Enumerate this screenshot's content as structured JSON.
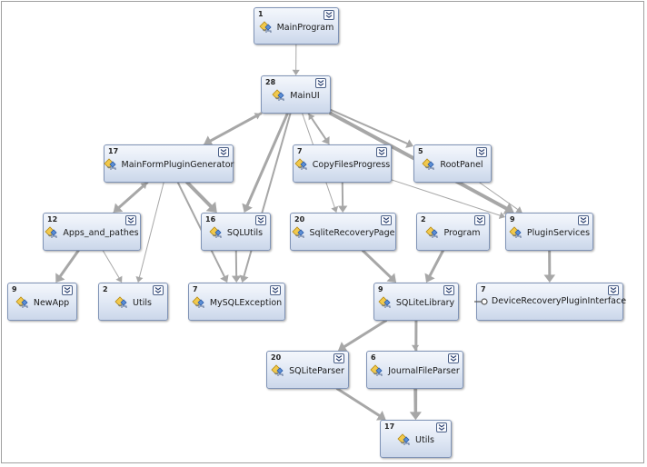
{
  "nodes": [
    {
      "id": "MainProgram",
      "count": "1",
      "label": "MainProgram",
      "icon": "class-icon"
    },
    {
      "id": "MainUI",
      "count": "28",
      "label": "MainUI",
      "icon": "class-icon"
    },
    {
      "id": "MainFormPluginGenerator",
      "count": "17",
      "label": "MainFormPluginGenerator",
      "icon": "class-icon"
    },
    {
      "id": "CopyFilesProgress",
      "count": "7",
      "label": "CopyFilesProgress",
      "icon": "class-icon"
    },
    {
      "id": "RootPanel",
      "count": "5",
      "label": "RootPanel",
      "icon": "class-icon"
    },
    {
      "id": "Apps_and_pathes",
      "count": "12",
      "label": "Apps_and_pathes",
      "icon": "class-icon"
    },
    {
      "id": "SQLUtils",
      "count": "16",
      "label": "SQLUtils",
      "icon": "class-icon"
    },
    {
      "id": "SqliteRecoveryPage",
      "count": "20",
      "label": "SqliteRecoveryPage",
      "icon": "class-icon"
    },
    {
      "id": "Program",
      "count": "2",
      "label": "Program",
      "icon": "class-icon"
    },
    {
      "id": "PluginServices",
      "count": "9",
      "label": "PluginServices",
      "icon": "class-icon"
    },
    {
      "id": "NewApp",
      "count": "9",
      "label": "NewApp",
      "icon": "class-icon"
    },
    {
      "id": "Utils2",
      "count": "2",
      "label": "Utils",
      "icon": "class-icon"
    },
    {
      "id": "MySQLException",
      "count": "7",
      "label": "MySQLException",
      "icon": "class-icon"
    },
    {
      "id": "SQLiteLibrary",
      "count": "9",
      "label": "SQLiteLibrary",
      "icon": "class-icon"
    },
    {
      "id": "DeviceRecoveryPluginInterface",
      "count": "7",
      "label": "DeviceRecoveryPluginInterface",
      "icon": "interface-icon"
    },
    {
      "id": "SQLiteParser",
      "count": "20",
      "label": "SQLiteParser",
      "icon": "class-icon"
    },
    {
      "id": "JournalFileParser",
      "count": "6",
      "label": "JournalFileParser",
      "icon": "class-icon"
    },
    {
      "id": "Utils17",
      "count": "17",
      "label": "Utils",
      "icon": "class-icon"
    }
  ],
  "edges": [
    {
      "from": "MainProgram",
      "to": "MainUI",
      "weight": 1
    },
    {
      "from": "MainUI",
      "to": "MainFormPluginGenerator",
      "weight": 3
    },
    {
      "from": "MainFormPluginGenerator",
      "to": "MainUI",
      "weight": 1
    },
    {
      "from": "MainUI",
      "to": "CopyFilesProgress",
      "weight": 2
    },
    {
      "from": "CopyFilesProgress",
      "to": "MainUI",
      "weight": 1
    },
    {
      "from": "MainUI",
      "to": "RootPanel",
      "weight": 2
    },
    {
      "from": "MainUI",
      "to": "PluginServices",
      "weight": 4
    },
    {
      "from": "MainUI",
      "to": "SQLUtils",
      "weight": 3
    },
    {
      "from": "MainUI",
      "to": "MySQLException",
      "weight": 2
    },
    {
      "from": "MainUI",
      "to": "SqliteRecoveryPage",
      "weight": 1
    },
    {
      "from": "MainFormPluginGenerator",
      "to": "Apps_and_pathes",
      "weight": 3
    },
    {
      "from": "Apps_and_pathes",
      "to": "MainFormPluginGenerator",
      "weight": 1
    },
    {
      "from": "MainFormPluginGenerator",
      "to": "SQLUtils",
      "weight": 4
    },
    {
      "from": "MainFormPluginGenerator",
      "to": "Utils2",
      "weight": 1
    },
    {
      "from": "MainFormPluginGenerator",
      "to": "MySQLException",
      "weight": 2
    },
    {
      "from": "Apps_and_pathes",
      "to": "NewApp",
      "weight": 3
    },
    {
      "from": "Apps_and_pathes",
      "to": "Utils2",
      "weight": 1
    },
    {
      "from": "SQLUtils",
      "to": "MySQLException",
      "weight": 2
    },
    {
      "from": "CopyFilesProgress",
      "to": "SqliteRecoveryPage",
      "weight": 2
    },
    {
      "from": "CopyFilesProgress",
      "to": "PluginServices",
      "weight": 1
    },
    {
      "from": "RootPanel",
      "to": "PluginServices",
      "weight": 1
    },
    {
      "from": "SqliteRecoveryPage",
      "to": "SQLiteLibrary",
      "weight": 3
    },
    {
      "from": "Program",
      "to": "SQLiteLibrary",
      "weight": 3
    },
    {
      "from": "PluginServices",
      "to": "DeviceRecoveryPluginInterface",
      "weight": 3
    },
    {
      "from": "SQLiteLibrary",
      "to": "SQLiteParser",
      "weight": 3
    },
    {
      "from": "SQLiteLibrary",
      "to": "JournalFileParser",
      "weight": 1
    },
    {
      "from": "SQLiteLibrary",
      "to": "Utils17",
      "weight": 3
    },
    {
      "from": "SQLiteParser",
      "to": "Utils17",
      "weight": 3
    },
    {
      "from": "JournalFileParser",
      "to": "Utils17",
      "weight": 3
    }
  ],
  "colors": {
    "edge": "#a7a7a7",
    "node_border": "#7f93b6",
    "node_fill": "#dfe7f4"
  }
}
